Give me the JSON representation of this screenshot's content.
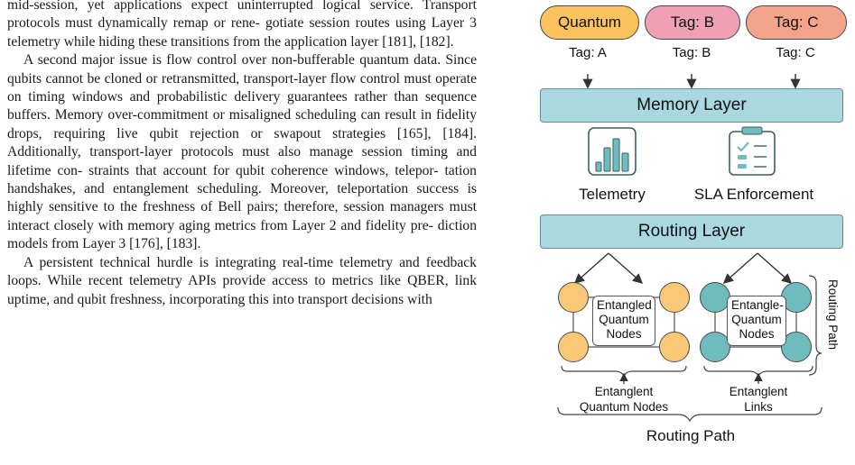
{
  "paper": {
    "lines": [
      "mid-session, yet applications expect uninterrupted logical",
      "service. Transport protocols must dynamically remap or rene-",
      "gotiate session routes using Layer 3 telemetry while hiding",
      "these transitions from the application layer [181], [182].",
      "A second major issue is flow control over non-bufferable",
      "quantum data. Since qubits cannot be cloned or retransmitted,",
      "transport-layer flow control must operate on timing windows",
      "and probabilistic delivery guarantees rather than sequence",
      "buffers. Memory over-commitment or misaligned scheduling",
      "can result in fidelity drops, requiring live qubit rejection or",
      "swapout strategies [165], [184]. Additionally, transport-layer",
      "protocols must also manage session timing and lifetime con-",
      "straints that account for qubit coherence windows, telepor-",
      "tation handshakes, and entanglement scheduling. Moreover,",
      "teleportation success is highly sensitive to the freshness of",
      "Bell pairs; therefore, session managers must interact closely",
      "with memory aging metrics from Layer 2 and fidelity pre-",
      "diction models from Layer 3 [176], [183].",
      "A persistent technical hurdle is integrating real-time",
      "telemetry and feedback loops. While recent telemetry APIs",
      "provide access to metrics like QBER, link uptime, and qubit",
      "freshness, incorporating this into transport decisions with"
    ]
  },
  "figure": {
    "pills": [
      "Quantum",
      "Tag: B",
      "Tag: C"
    ],
    "tags": [
      "Tag: A",
      "Tag: B",
      "Tag: C"
    ],
    "memory_layer": "Memory Layer",
    "telemetry": "Telemetry",
    "sla": "SLA Enforcement",
    "routing_layer": "Routing Layer",
    "left_box": [
      "Entangled",
      "Quantum",
      "Nodes"
    ],
    "right_box": [
      "Entangle-",
      "Quantum",
      "Nodes"
    ],
    "right_brace_label": "Routing Path",
    "bottom_left": [
      "Entanglent",
      "Quantum Nodes"
    ],
    "bottom_right": [
      "Entanglent",
      "Links"
    ],
    "bottom_label": "Routing Path",
    "colors": {
      "pill_orange": "#fbc35e",
      "pill_pink": "#f0a0b4",
      "pill_salmon": "#f4a48a",
      "layer_blue": "#a9d8e0",
      "node_orange": "#fbc87a",
      "node_teal": "#6fbcbf"
    }
  }
}
